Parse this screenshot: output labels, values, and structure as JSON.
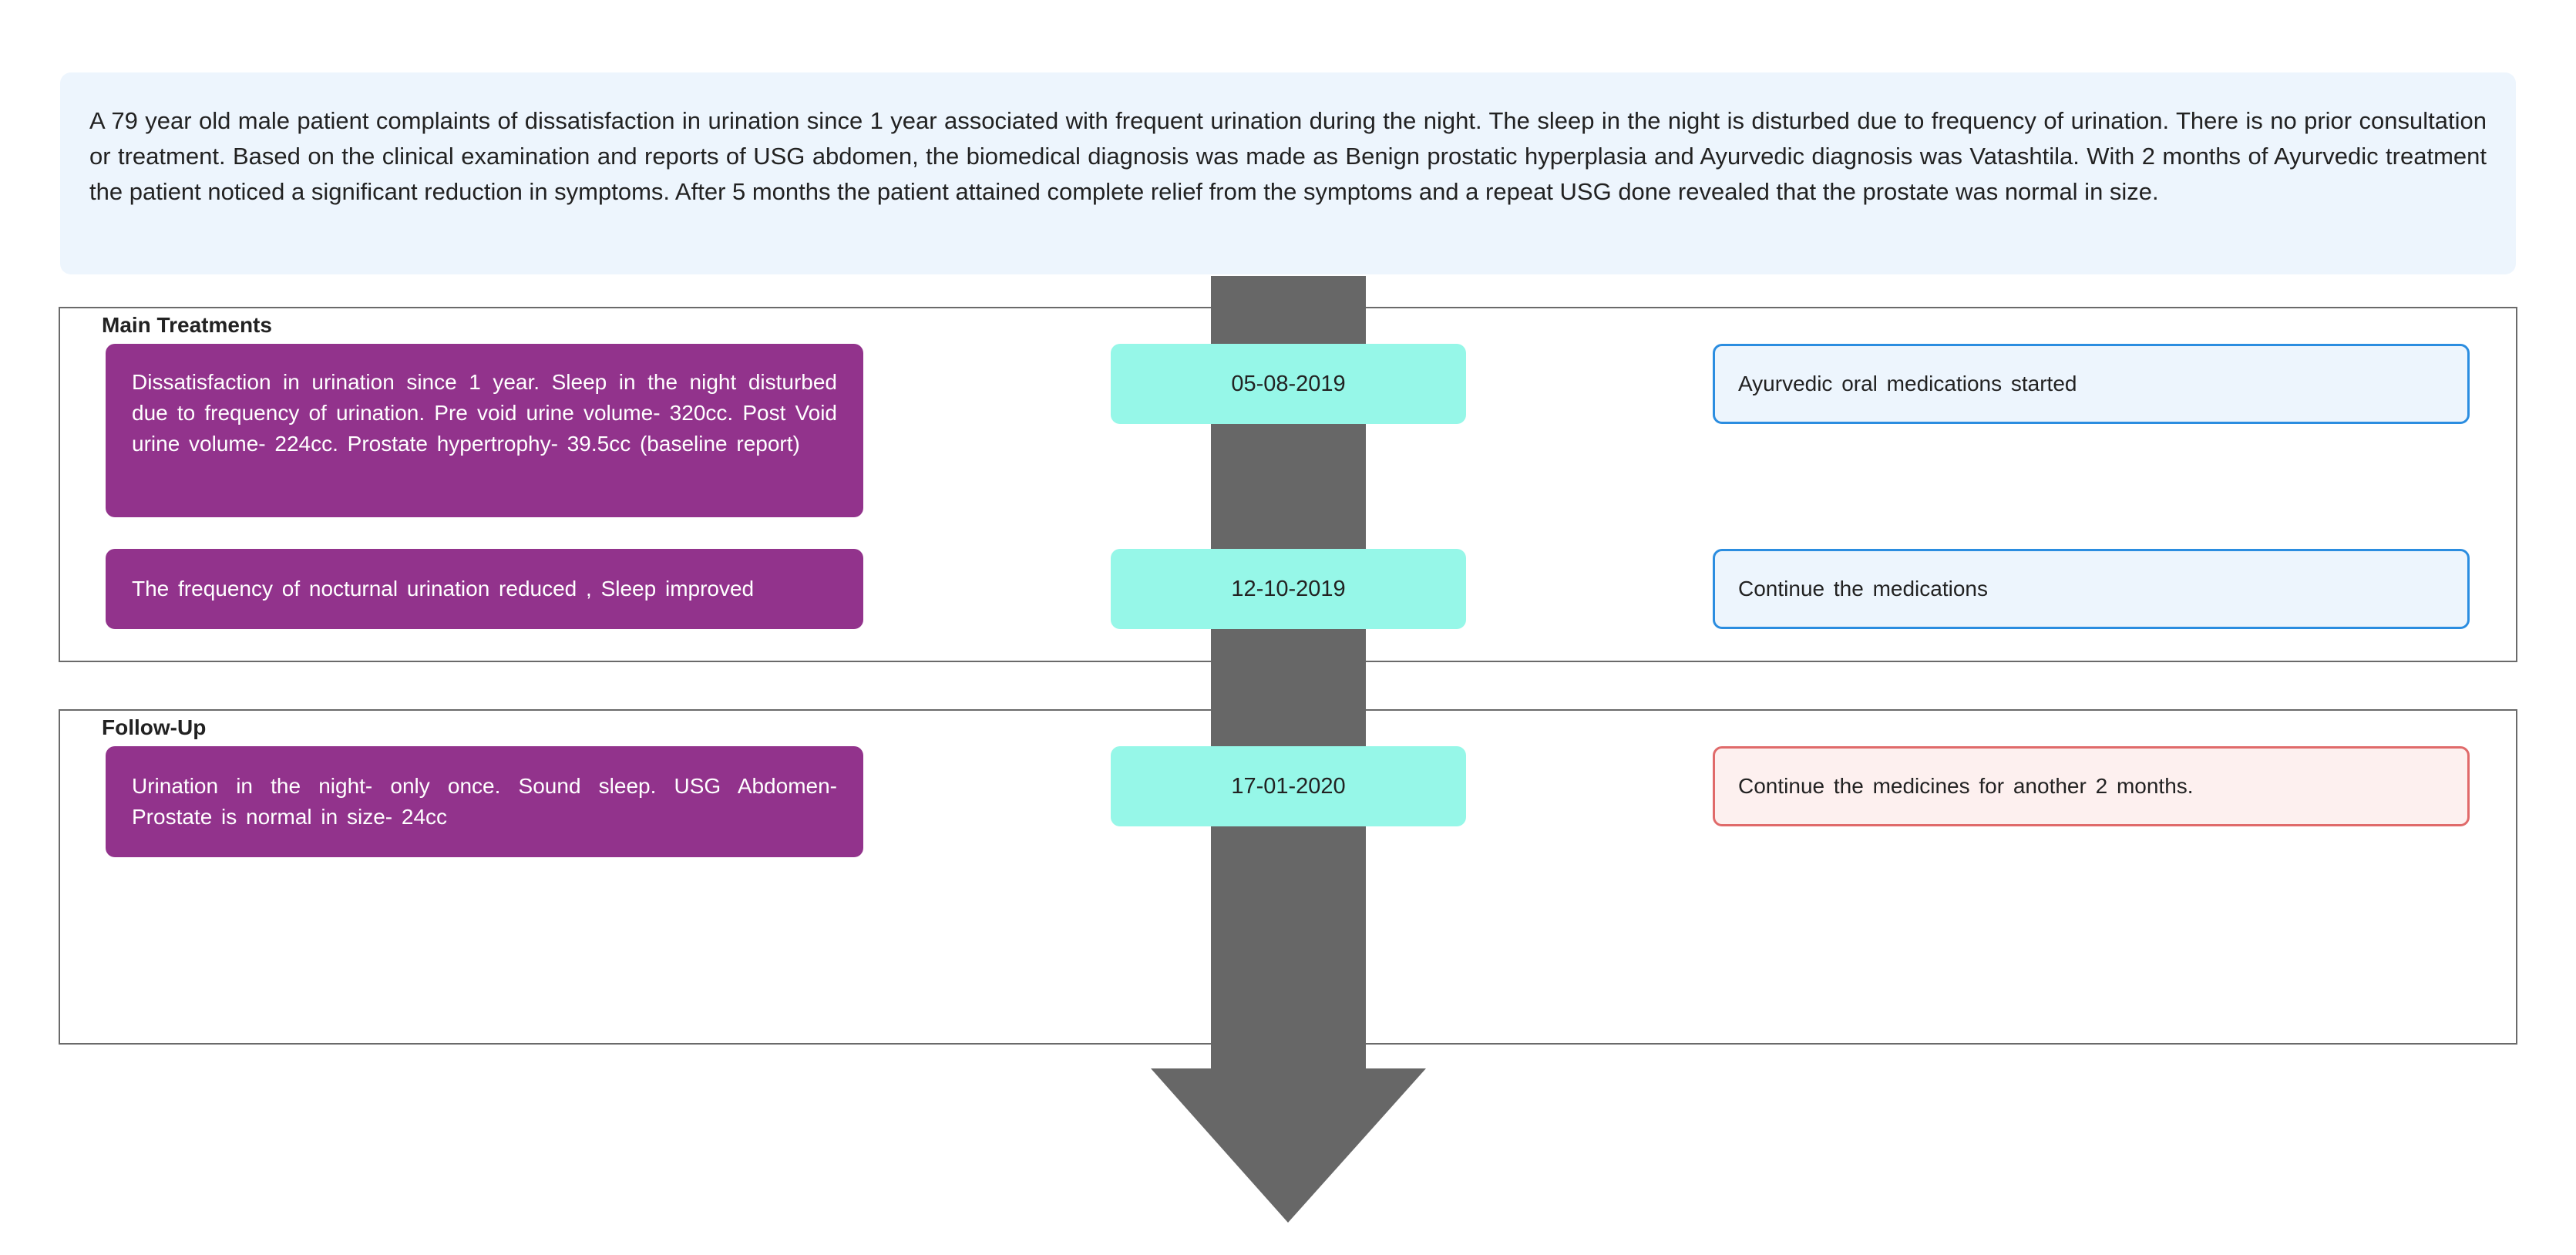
{
  "summary": "A 79 year old male patient complaints of dissatisfaction in urination since 1 year associated with frequent urination during the night. The sleep in the night is disturbed due to frequency of urination. There is no prior consultation or treatment. Based on the clinical examination and reports of USG abdomen, the biomedical diagnosis was made as Benign prostatic hyperplasia and Ayurvedic diagnosis was Vatashtila. With 2 months of Ayurvedic treatment the patient noticed a significant reduction in symptoms. After 5 months the patient attained complete relief from the symptoms and a repeat USG done revealed that the prostate was normal in size.",
  "sections": [
    {
      "label": "Main Treatments",
      "rows": [
        {
          "event": "Dissatisfaction in urination since 1 year. Sleep in the night disturbed due to frequency of urination. Pre void urine volume- 320cc. Post Void urine volume- 224cc. Prostate hypertrophy- 39.5cc (baseline report)",
          "date": "05-08-2019",
          "action": "Ayurvedic oral medications started"
        },
        {
          "event": "The frequency of nocturnal urination reduced , Sleep improved",
          "date": "12-10-2019",
          "action": "Continue the medications"
        }
      ]
    },
    {
      "label": "Follow-Up",
      "rows": [
        {
          "event": "Urination in the night- only once. Sound sleep. USG Abdomen- Prostate is normal in size- 24cc",
          "date": "17-01-2020",
          "action": "Continue the medicines for another 2 months."
        }
      ]
    }
  ],
  "colors": {
    "summary_bg": "#edf5fd",
    "event_bg": "#92338c",
    "date_bg": "#96f7e8",
    "action_border": "#2b8de0",
    "action_bg": "#edf5fd",
    "followup_action_border": "#e06a6a",
    "followup_action_bg": "#fdf0ef",
    "arrow": "#676767"
  }
}
